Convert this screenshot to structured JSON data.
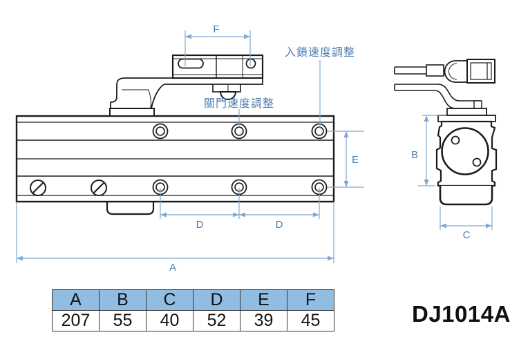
{
  "title_model": "DJ1014A",
  "front_view": {
    "label_closing_speed": "關門速度調整",
    "label_latch_speed": "入鎖速度調整"
  },
  "dims": {
    "a": "A",
    "b": "B",
    "c": "C",
    "d": "D",
    "e": "E",
    "f": "F"
  },
  "table": {
    "headers": [
      "A",
      "B",
      "C",
      "D",
      "E",
      "F"
    ],
    "values": [
      "207",
      "55",
      "40",
      "52",
      "39",
      "45"
    ]
  },
  "colors": {
    "dimension_line": "#7FA9D0",
    "dimension_text": "#4E7EB0",
    "table_header_bg": "#90BDE1",
    "drawing_line": "#1B1B1B"
  }
}
